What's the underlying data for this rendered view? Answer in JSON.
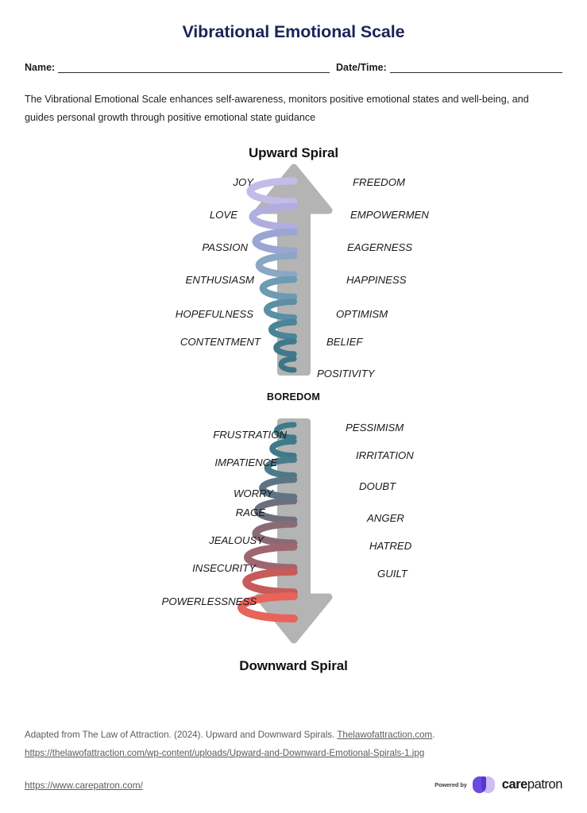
{
  "document": {
    "title": "Vibrational Emotional Scale",
    "intro": "The Vibrational Emotional Scale enhances self-awareness, monitors positive emotional states and well-being, and guides personal growth through positive emotional state guidance"
  },
  "fields": {
    "name_label": "Name:",
    "name_value": "",
    "date_label": "Date/Time:",
    "date_value": ""
  },
  "diagram": {
    "upward_heading": "Upward Spiral",
    "downward_heading": "Downward Spiral",
    "midpoint_label": "BOREDOM",
    "upward": {
      "left_labels": [
        "JOY",
        "LOVE",
        "PASSION",
        "ENTHUSIASM",
        "HOPEFULNESS",
        "CONTENTMENT"
      ],
      "right_labels": [
        "FREEDOM",
        "EMPOWERMEN",
        "EAGERNESS",
        "HAPPINESS",
        "OPTIMISM",
        "BELIEF",
        "POSITIVITY"
      ],
      "arrow_direction": "up",
      "coil_colors": [
        "#c3bbe8",
        "#b0aee0",
        "#9aa6d2",
        "#8aa7c4",
        "#6e9ab2",
        "#5a8fa4",
        "#4a8496",
        "#40798c",
        "#3b7586"
      ]
    },
    "downward": {
      "left_labels": [
        "FRUSTRATION",
        "IMPATIENCE",
        "WORRY",
        "RAGE",
        "JEALOUSY",
        "INSECURITY",
        "POWERLESSNESS"
      ],
      "right_labels": [
        "PESSIMISM",
        "IRRITATION",
        "DOUBT",
        "ANGER",
        "HATRED",
        "GUILT"
      ],
      "arrow_direction": "down",
      "coil_colors": [
        "#3d7a8a",
        "#3d7a8a",
        "#4b7a88",
        "#5c7484",
        "#6e6f7e",
        "#8a6b74",
        "#9e6670",
        "#b35f63",
        "#c75a5a",
        "#de5b54",
        "#e8635a"
      ]
    },
    "arrow_color": "#b4b4b4"
  },
  "footer": {
    "reference": "Adapted from The Law of Attraction. (2024). Upward and Downward Spirals. ",
    "reference_source": "Thelawofattraction.com",
    "reference_tail": ". ",
    "reference_url": "https://thelawofattraction.com/wp-content/uploads/Upward-and-Downward-Emotional-Spirals-1.jpg",
    "site_url": "https://www.carepatron.com/",
    "powered_by": "Powered by",
    "brand_bold": "care",
    "brand_light": "patron"
  }
}
